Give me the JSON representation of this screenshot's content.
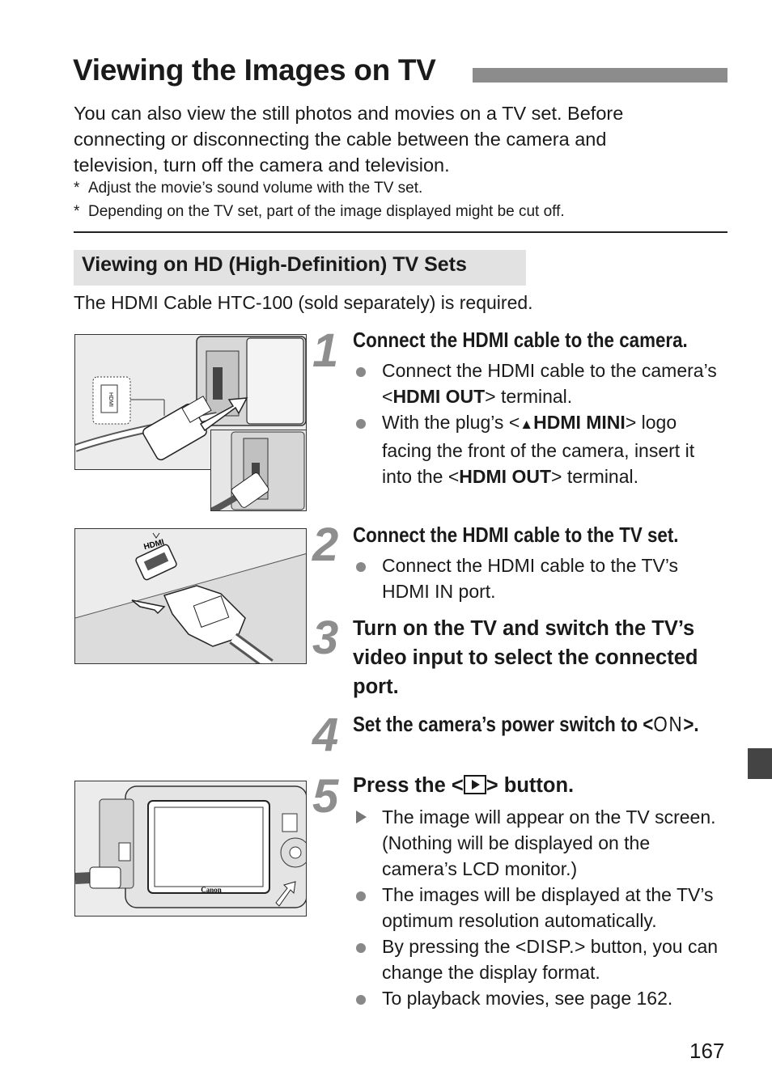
{
  "title": "Viewing the Images on TV",
  "intro": "You can also view the still photos and movies on a TV set. Before connecting or disconnecting the cable between the camera and television, turn off the camera and television.",
  "notes": [
    "Adjust the movie’s sound volume with the TV set.",
    "Depending on the TV set, part of the image displayed might be cut off."
  ],
  "note_marker": "*",
  "subsection": "Viewing on HD (High-Definition) TV Sets",
  "requirement": "The HDMI Cable HTC-100 (sold separately) is required.",
  "steps": [
    {
      "number": "1",
      "heading": "Connect the HDMI cable to the camera.",
      "b1_a": "Connect the HDMI cable to the camera’s <",
      "b1_b": "HDMI OUT",
      "b1_c": "> terminal.",
      "b2_a": "With the plug’s <",
      "b2_sym": "▲",
      "b2_b": "HDMI MINI",
      "b2_c": "> logo facing the front of the camera, insert it into the <",
      "b2_d": "HDMI OUT",
      "b2_e": "> terminal."
    },
    {
      "number": "2",
      "heading": "Connect the HDMI cable to the TV set.",
      "b1": "Connect the HDMI cable to the TV’s HDMI IN port."
    },
    {
      "number": "3",
      "heading": "Turn on the TV and switch the TV’s video input to select the connected port."
    },
    {
      "number": "4",
      "heading_a": "Set the camera’s power switch to <",
      "heading_sym": "ON",
      "heading_b": ">."
    },
    {
      "number": "5",
      "heading_a": "Press the <",
      "heading_b": "> button.",
      "b1": "The image will appear on the TV screen. (Nothing will be displayed on the camera’s LCD monitor.)",
      "b2": "The images will be displayed at the TV’s optimum resolution automatically.",
      "b3_a": "By pressing the <",
      "b3_sym": "DISP.",
      "b3_b": "> button, you can change the display format.",
      "b4": "To playback movies, see page 162."
    }
  ],
  "illustrations": {
    "hdmi_logo": "HDMI",
    "camera_brand": "Canon"
  },
  "page_number": "167",
  "colors": {
    "step_number": "#8e8e8e",
    "subsection_bg": "#e2e2e2",
    "title_bar": "#8c8c8c",
    "bullet": "#888888"
  }
}
